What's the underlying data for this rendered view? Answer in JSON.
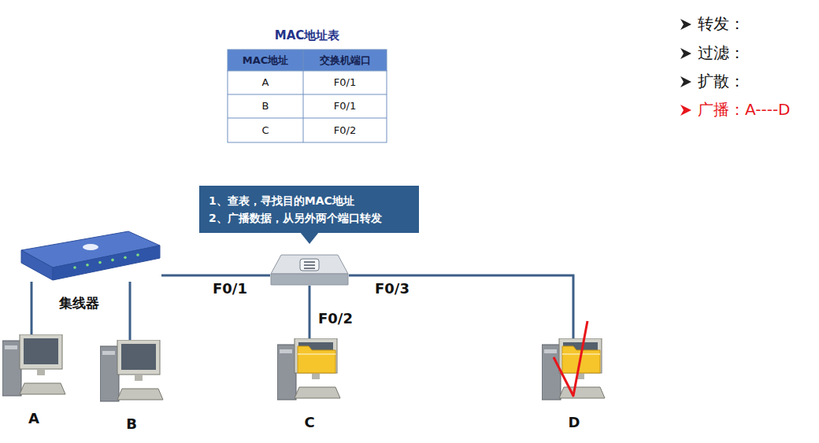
{
  "diagram": {
    "nodes": [
      {
        "text": [
          "1、查表，寻找目的MAC地址",
          "2、广播数据，从另外两个端口转发"
        ]
      },
      {
        "text": [
          "集线器"
        ]
      },
      {
        "text": [
          "A"
        ]
      },
      {
        "text": [
          "B"
        ]
      },
      {
        "text": [
          "C"
        ]
      },
      {
        "text": [
          "D"
        ]
      }
    ],
    "edges": [
      {
        "from": 1,
        "to": 0,
        "label": "F0/1",
        "arrow": "none"
      },
      {
        "from": 0,
        "to": 4,
        "label": "F0/2",
        "arrow": "none"
      },
      {
        "from": 0,
        "to": 5,
        "label": "F0/3",
        "arrow": "none"
      },
      {
        "from": 1,
        "to": 2,
        "arrow": "none"
      },
      {
        "from": 1,
        "to": 3,
        "arrow": "none"
      }
    ],
    "labels": [
      "MAC地址表",
      "MAC地址",
      "交换机端口",
      "A",
      "F0/1",
      "B",
      "F0/1",
      "C",
      "F0/2",
      "转发：",
      "过滤：",
      "扩散：",
      "广播：A----D"
    ]
  }
}
